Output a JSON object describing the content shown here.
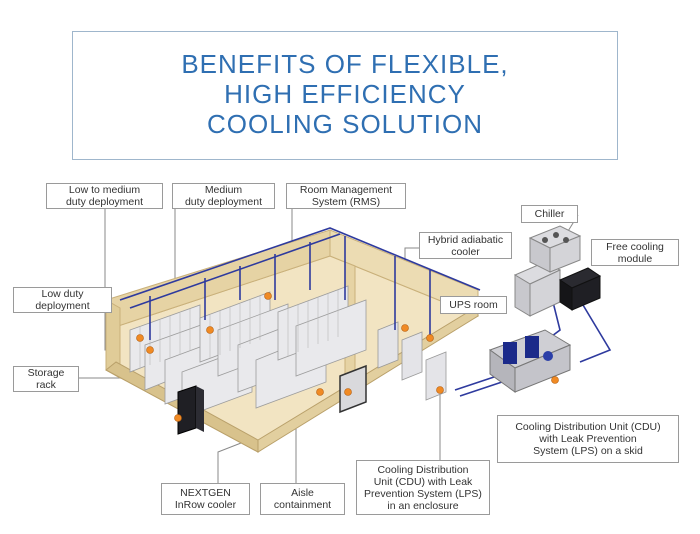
{
  "title": {
    "line1": "BENEFITS OF FLEXIBLE,",
    "line2": "HIGH EFFICIENCY",
    "line3": "COOLING SOLUTION"
  },
  "labels": {
    "low_to_medium": [
      "Low to medium",
      "duty deployment"
    ],
    "medium_duty": [
      "Medium",
      "duty deployment"
    ],
    "rms": [
      "Room Management",
      "System (RMS)"
    ],
    "chiller": [
      "Chiller"
    ],
    "hybrid_adiabatic": [
      "Hybrid adiabatic",
      "cooler"
    ],
    "free_cooling": [
      "Free cooling",
      "module"
    ],
    "low_duty": [
      "Low duty",
      "deployment"
    ],
    "ups_room": [
      "UPS room"
    ],
    "storage_rack": [
      "Storage",
      "rack"
    ],
    "cdu_skid": [
      "Cooling Distribution Unit (CDU)",
      "with Leak Prevention",
      "System (LPS) on a skid"
    ],
    "nextgen": [
      "NEXTGEN",
      "InRow cooler"
    ],
    "aisle": [
      "Aisle",
      "containment"
    ],
    "cdu_enclosure": [
      "Cooling Distribution",
      "Unit (CDU) with Leak",
      "Prevention System (LPS)",
      "in an enclosure"
    ]
  },
  "colors": {
    "title": "#2f6fb2",
    "pipe": "#2e3a9e",
    "marker": "#f08a24",
    "floor": "#f2e4c2",
    "wall": "#e6d3a4"
  }
}
